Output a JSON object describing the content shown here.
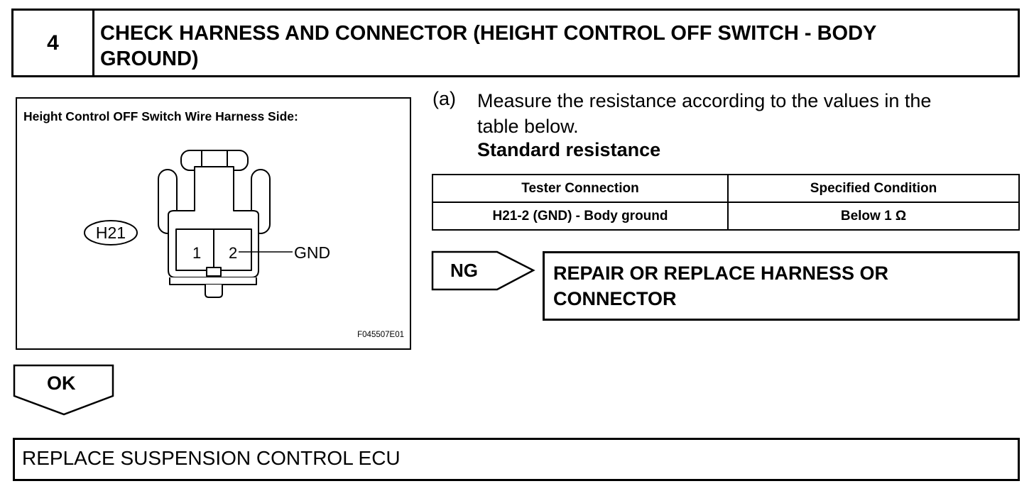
{
  "step": {
    "number": "4",
    "title_line1": "CHECK HARNESS AND CONNECTOR (HEIGHT CONTROL OFF SWITCH - BODY",
    "title_line2": "GROUND)"
  },
  "figure": {
    "title": "Height Control OFF Switch Wire Harness Side:",
    "connector_id": "H21",
    "pin1": "1",
    "pin2": "2",
    "pin2_label": "GND",
    "figure_code": "F045507E01"
  },
  "instruction": {
    "letter": "(a)",
    "text_line1": "Measure the resistance according to the values in the",
    "text_line2": "table below.",
    "standard_title": "Standard resistance"
  },
  "spec_table": {
    "headers": [
      "Tester Connection",
      "Specified Condition"
    ],
    "rows": [
      [
        "H21-2 (GND) - Body ground",
        "Below 1 Ω"
      ]
    ]
  },
  "ng": {
    "label": "NG",
    "action_line1": "REPAIR OR REPLACE HARNESS OR",
    "action_line2": "CONNECTOR"
  },
  "ok": {
    "label": "OK"
  },
  "final": {
    "text": "REPLACE SUSPENSION CONTROL ECU"
  }
}
